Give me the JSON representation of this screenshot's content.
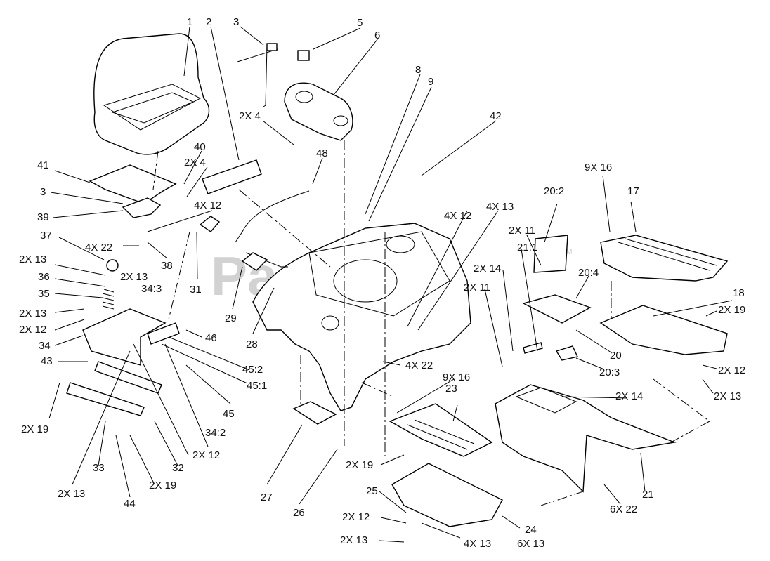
{
  "watermark": {
    "text": "PartsTree",
    "tm": "TM"
  },
  "callouts": [
    "1",
    "2",
    "3",
    "5",
    "6",
    "8",
    "9",
    "42",
    "2X 4",
    "40",
    "2X 4",
    "48",
    "41",
    "3",
    "39",
    "4X 12",
    "37",
    "4X 22",
    "38",
    "2X 13",
    "36",
    "2X 13",
    "34:3",
    "35",
    "2X 13",
    "2X 12",
    "34",
    "31",
    "29",
    "28",
    "46",
    "43",
    "45:2",
    "45:1",
    "45",
    "2X 19",
    "33",
    "32",
    "34:2",
    "2X 12",
    "2X 13",
    "44",
    "2X 19",
    "27",
    "26",
    "4X 12",
    "4X 13",
    "4X 22",
    "9X 16",
    "23",
    "2X 19",
    "25",
    "2X 12",
    "2X 13",
    "4X 13",
    "6X 13",
    "24",
    "2X 11",
    "21:1",
    "2X 14",
    "2X 11",
    "20:2",
    "20:4",
    "20",
    "20:3",
    "2X 14",
    "21",
    "6X 22",
    "9X 16",
    "17",
    "18",
    "2X 19",
    "2X 12",
    "2X 13"
  ]
}
